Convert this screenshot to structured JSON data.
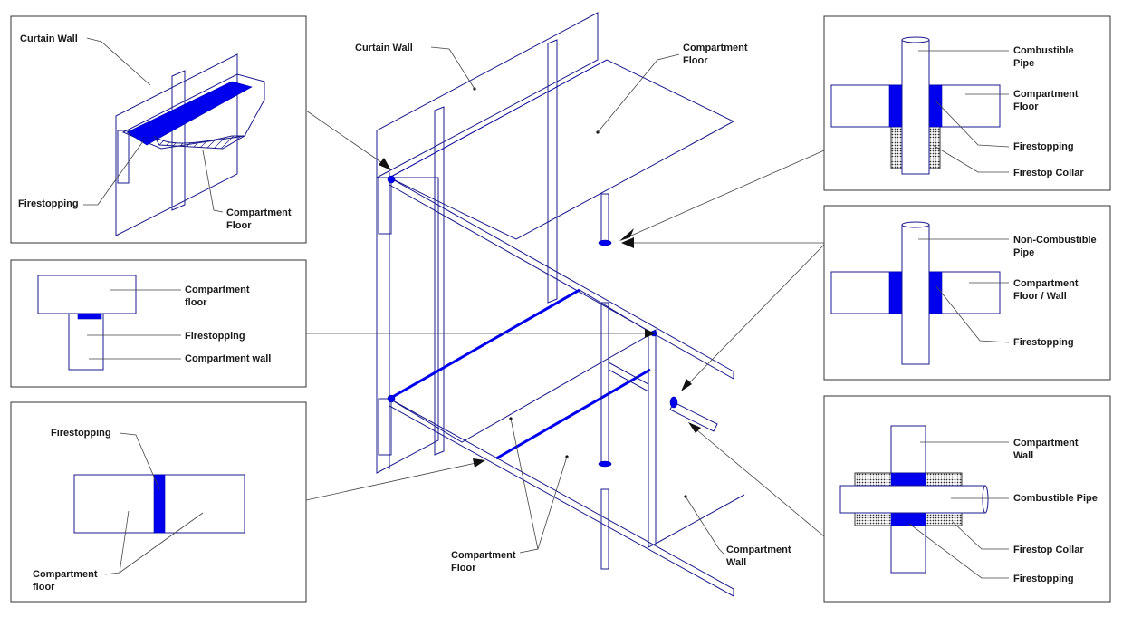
{
  "colors": {
    "firestop": "#0000ee",
    "linework": "#1a1a8c",
    "text": "#1a1a1a"
  },
  "labels": {
    "center_curtain_wall": "Curtain Wall",
    "center_floor_top_1": "Compartment",
    "center_floor_top_2": "Floor",
    "center_floor_bottom_1": "Compartment",
    "center_floor_bottom_2": "Floor",
    "center_wall_1": "Compartment",
    "center_wall_2": "Wall",
    "tl_curtain_wall": "Curtain Wall",
    "tl_firestopping": "Firestopping",
    "tl_floor_1": "Compartment",
    "tl_floor_2": "Floor",
    "ml_floor_1": "Compartment",
    "ml_floor_2": "floor",
    "ml_firestopping": "Firestopping",
    "ml_wall": "Compartment wall",
    "bl_firestopping": "Firestopping",
    "bl_floor_1": "Compartment",
    "bl_floor_2": "floor",
    "tr_pipe_1": "Combustible",
    "tr_pipe_2": "Pipe",
    "tr_floor_1": "Compartment",
    "tr_floor_2": "Floor",
    "tr_firestopping": "Firestopping",
    "tr_collar": "Firestop Collar",
    "mr_pipe_1": "Non-Combustible",
    "mr_pipe_2": "Pipe",
    "mr_floor_1": "Compartment",
    "mr_floor_2": "Floor / Wall",
    "mr_firestopping": "Firestopping",
    "br_wall_1": "Compartment",
    "br_wall_2": "Wall",
    "br_pipe": "Combustible Pipe",
    "br_collar": "Firestop Collar",
    "br_firestopping": "Firestopping"
  }
}
